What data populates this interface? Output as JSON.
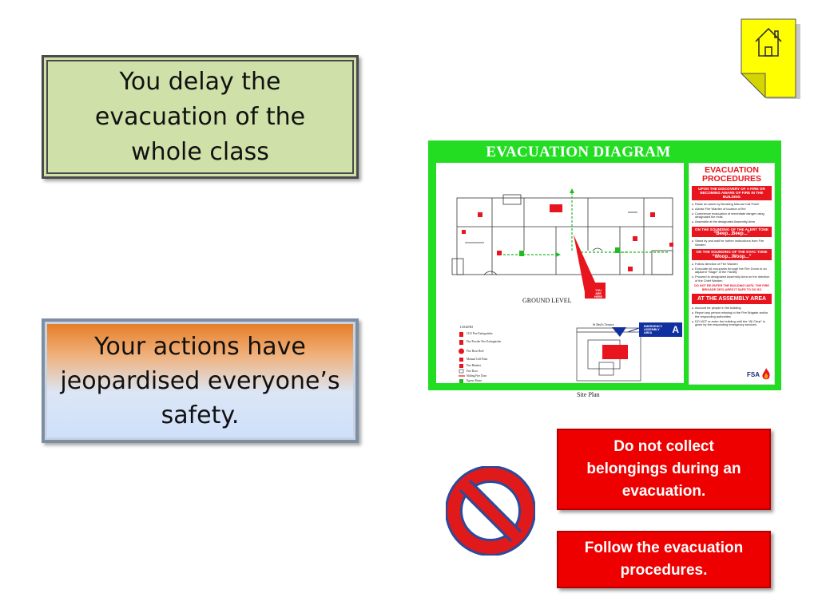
{
  "slide": {
    "green_callout": {
      "lines": [
        "You delay the",
        "evacuation of the",
        "whole class"
      ]
    },
    "gradient_callout": {
      "lines": [
        "Your actions have",
        "jeopardised everyone’s",
        "safety."
      ]
    },
    "notices": {
      "no_collect": [
        "Do not collect",
        "belongings during an",
        "evacuation."
      ],
      "follow": [
        "Follow the evacuation",
        "procedures."
      ]
    },
    "home_icon": "home-icon",
    "no_symbol_icon": "prohibited-icon"
  },
  "poster": {
    "title": "EVACUATION DIAGRAM",
    "map": {
      "ground_label": "GROUND LEVEL",
      "you_are_here": "YOU ARE HERE",
      "legend_title": "LEGEND",
      "legend_items": [
        "CO2 Fire Extinguisher",
        "Dry Powder Fire Extinguisher",
        "Fire Hose Reel",
        "Manual Call Point",
        "Fire Blanket",
        "Fire Door",
        "Sliding Fire Door",
        "Egress Route"
      ],
      "site_street": "St Paul's Terrace",
      "assembly_label": "EMERGENCY ASSEMBLY AREA",
      "assembly_letter": "A",
      "site_label": "Site Plan"
    },
    "procedures": {
      "title": "EVACUATION PROCEDURES",
      "discovery_band": "UPON THE DISCOVERY OF A FIRE OR BECOMING AWARE OF FIRE IN THE BUILDING",
      "discovery_items": [
        "Raise an alarm by Breaking Manual Call Point!",
        "Advise Fire Warden of location of fire",
        "Commence evacuation of immediate danger using designated fire exits",
        "Assemble at the designated Assembly Area"
      ],
      "alert_band": "ON THE SOUNDING OF THE ALERT TONE",
      "alert_call": "“Beep...Beep...”",
      "alert_items": [
        "Stand by and wait for further instructions from Fire Warden"
      ],
      "evac_band": "ON THE SOUNDING OF THE EVAC TONE",
      "evac_call": "“Woop...Woop...”",
      "evac_items": [
        "Follow direction of Fire Warden",
        "Evacuate all occupants through the Fire Doors to an adjacent “Stage” of the Facility",
        "Proceed to designated Assembly Area on the direction of the Chief Warden"
      ],
      "reenter_warning": "DO NOT RE-ENTER THE BUILDING UNTIL THE FIRE BRIGADE DECLARES IT SAFE TO DO SO",
      "assembly_band": "AT THE ASSEMBLY AREA",
      "assembly_items": [
        "Account for people in the building",
        "Report any person missing to the Fire Brigade and/or the responding authorities",
        "DO NOT re-enter the building until the “All Clear” is given by the responding emergency services"
      ],
      "logo_text": "FSA"
    }
  },
  "colors": {
    "green_box": "#cfe0a8",
    "notice_red": "#ee0000",
    "poster_green": "#22dd22",
    "home_yellow": "#ffff00"
  }
}
